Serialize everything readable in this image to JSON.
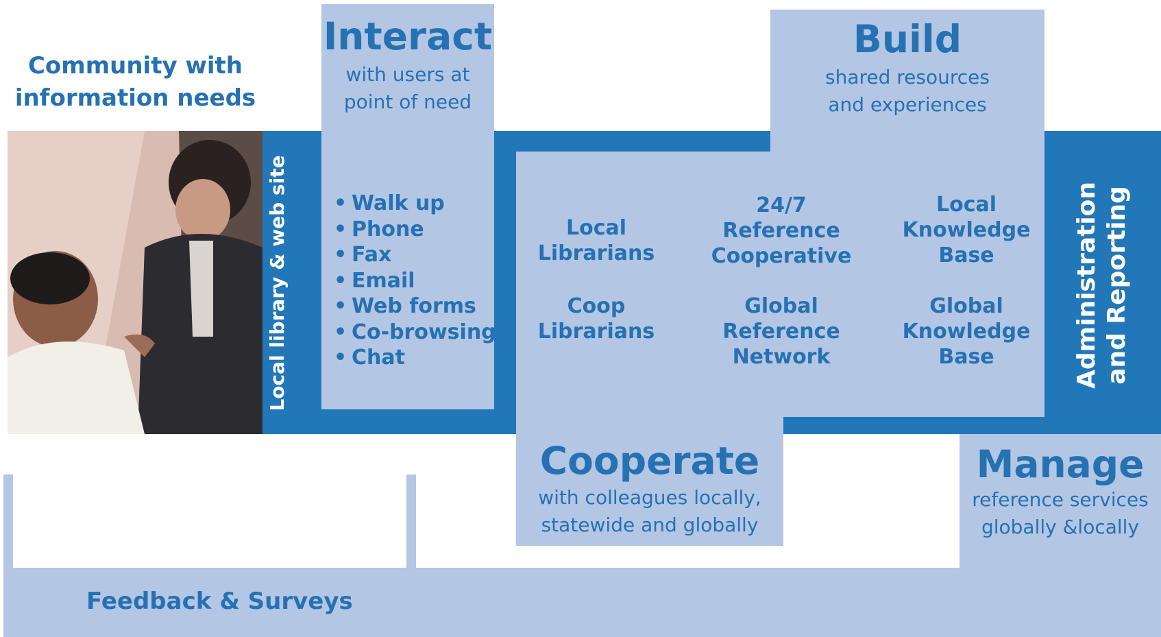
{
  "community": {
    "line1": "Community with",
    "line2": "information needs"
  },
  "photo": {
    "alt": "Two people at a computer"
  },
  "local_site": {
    "label": "Local library & web site"
  },
  "interact": {
    "title": "Interact",
    "sub1": "with users at",
    "sub2": "point of need",
    "methods": [
      "Walk up",
      "Phone",
      "Fax",
      "Email",
      "Web forms",
      "Co-browsing",
      "Chat"
    ]
  },
  "build": {
    "title": "Build",
    "sub1": "shared resources",
    "sub2": "and experiences"
  },
  "grid": {
    "local_librarians": [
      "Local",
      "Librarians"
    ],
    "coop_librarians": [
      "Coop",
      "Librarians"
    ],
    "ref_coop": [
      "24/7",
      "Reference",
      "Cooperative"
    ],
    "global_ref": [
      "Global",
      "Reference",
      "Network"
    ],
    "local_kb": [
      "Local",
      "Knowledge",
      "Base"
    ],
    "global_kb": [
      "Global",
      "Knowledge",
      "Base"
    ]
  },
  "admin": {
    "line1": "Administration",
    "line2": "and Reporting"
  },
  "cooperate": {
    "title": "Cooperate",
    "sub1": "with colleagues locally,",
    "sub2": "statewide and globally"
  },
  "manage": {
    "title": "Manage",
    "sub1": "reference services",
    "sub2": "globally &locally"
  },
  "feedback": {
    "label": "Feedback & Surveys"
  },
  "colors": {
    "dark_blue": "#2277b8",
    "light_blue": "#b3c6e4",
    "text_blue": "#2671b2"
  }
}
